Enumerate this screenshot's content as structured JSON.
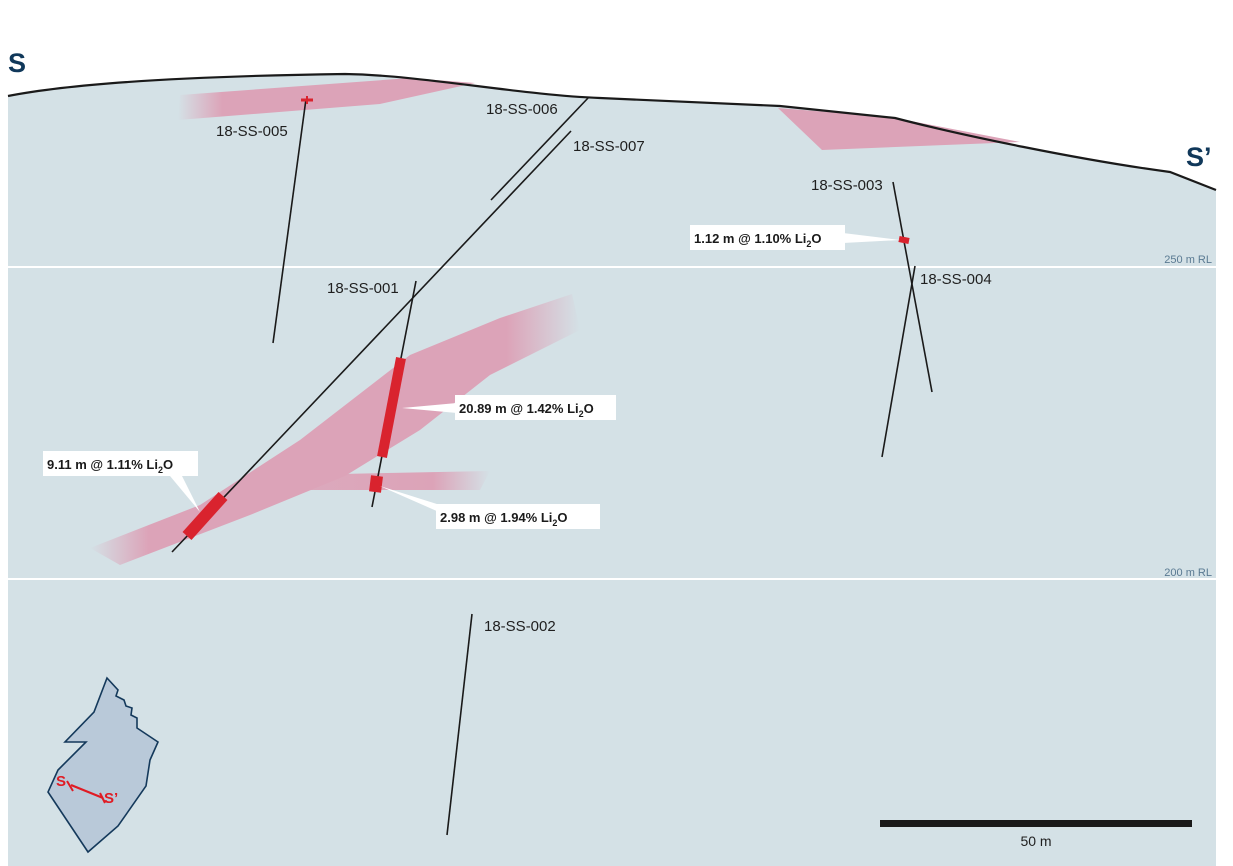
{
  "section": {
    "start_label": "S",
    "end_label": "S’"
  },
  "reference_levels": [
    {
      "label": "250 m RL"
    },
    {
      "label": "200 m RL"
    }
  ],
  "drillholes": [
    {
      "id": "18-SS-001"
    },
    {
      "id": "18-SS-002"
    },
    {
      "id": "18-SS-003"
    },
    {
      "id": "18-SS-004"
    },
    {
      "id": "18-SS-005"
    },
    {
      "id": "18-SS-006"
    },
    {
      "id": "18-SS-007"
    }
  ],
  "intercepts": [
    {
      "hole": "18-SS-001",
      "pre": "20.89 m @ 1.42% Li",
      "sub": "2",
      "post": "O"
    },
    {
      "hole": "18-SS-001",
      "pre": "2.98 m @ 1.94% Li",
      "sub": "2",
      "post": "O"
    },
    {
      "hole": "18-SS-007",
      "pre": "9.11 m @ 1.11% Li",
      "sub": "2",
      "post": "O"
    },
    {
      "hole": "18-SS-003",
      "pre": "1.12 m @ 1.10% Li",
      "sub": "2",
      "post": "O"
    }
  ],
  "scale_bar": {
    "label": "50 m"
  },
  "inset_map": {
    "start_label": "S",
    "end_label": "S’"
  },
  "colors": {
    "background": "#d4e1e6",
    "pegmatite": "#dca3b8",
    "intercept": "#d9232e",
    "topography": "#1a1a1a",
    "section_label": "#10385a"
  }
}
